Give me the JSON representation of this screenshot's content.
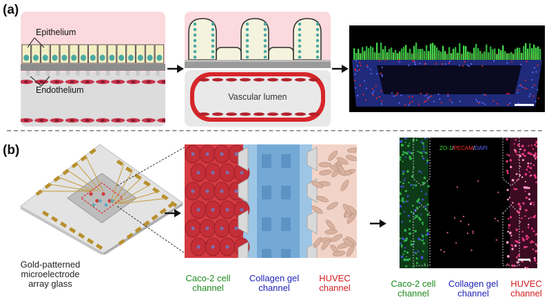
{
  "panel_a": {
    "letter": "(a)",
    "schematic": {
      "epithelium": "Epithelium",
      "endothelium": "Endothelium"
    },
    "folded": {
      "lumen": "Vascular lumen"
    }
  },
  "panel_b": {
    "letter": "(b)",
    "chip_caption": [
      "Gold-patterned",
      "microelectrode",
      "array glass"
    ],
    "middle_labels": [
      {
        "line1": "Caco-2 cell",
        "line2": "channel",
        "color": "#1c8a1c"
      },
      {
        "line1": "Collagen gel",
        "line2": "channel",
        "color": "#1d22b8"
      },
      {
        "line1": "HUVEC",
        "line2": "channel",
        "color": "#d41c1c"
      }
    ],
    "stain_legend": {
      "zo1": "ZO-1",
      "slash1": "/",
      "pecam": "PECAM",
      "slash2": "/",
      "dapi": "DAPI"
    },
    "right_labels": [
      {
        "line1": "Caco-2 cell",
        "line2": "channel",
        "color": "#1c8a1c"
      },
      {
        "line1": "Collagen gel",
        "line2": "channel",
        "color": "#1d22b8"
      },
      {
        "line1": "HUVEC",
        "line2": "channel",
        "color": "#d41c1c"
      }
    ]
  }
}
